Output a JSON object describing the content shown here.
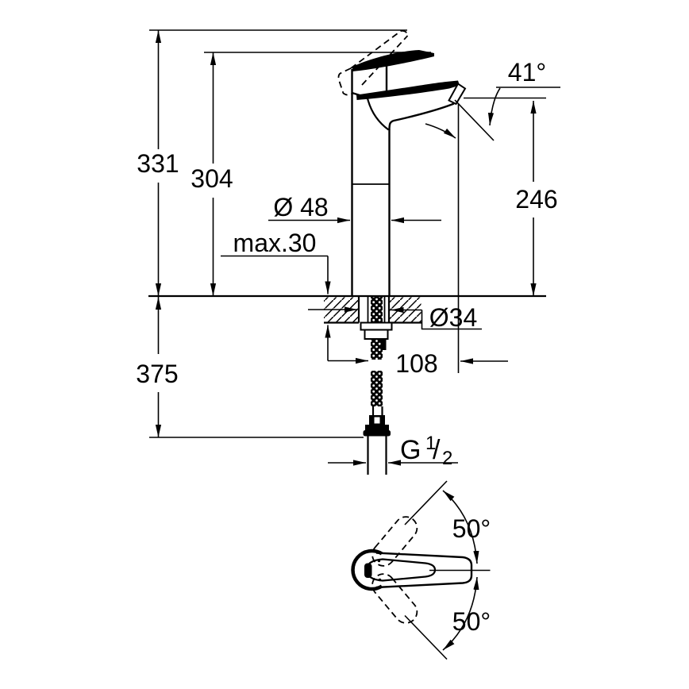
{
  "colors": {
    "line": "#000000",
    "background": "#ffffff"
  },
  "side_view": {
    "overall_height": "331",
    "height_to_spout": "304",
    "spout_height": "246",
    "spout_angle": "41°",
    "body_diameter": "Ø 48",
    "deck_thickness": "max.30",
    "hole_diameter": "Ø34",
    "spout_reach": "108",
    "hose_length": "375",
    "thread": {
      "prefix": "G",
      "numerator": "1",
      "slash": "/",
      "denominator": "2"
    }
  },
  "top_view": {
    "swing_angle_upper": "50°",
    "swing_angle_lower": "50°"
  }
}
